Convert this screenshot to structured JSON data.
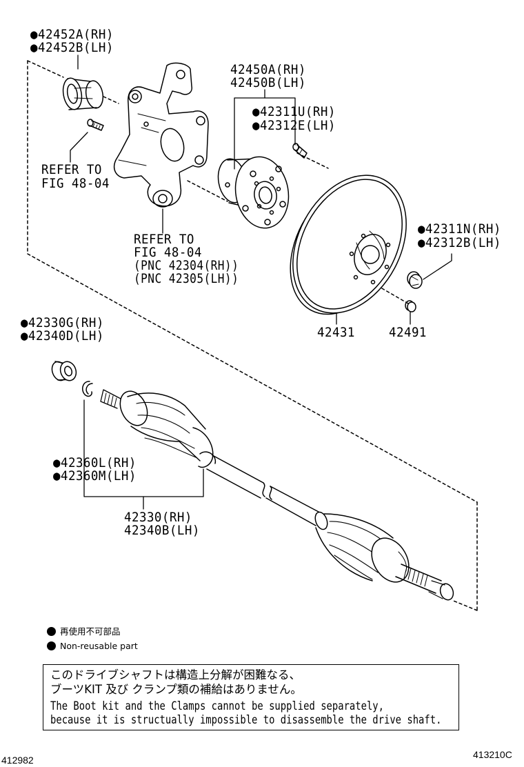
{
  "callouts": {
    "bearing_rh": "●42452A(RH)",
    "bearing_lh": "●42452B(LH)",
    "hub_assy_rh": "42450A(RH)",
    "hub_assy_lh": "42450B(LH)",
    "hub_bolt_rh": "●42311U(RH)",
    "hub_bolt_lh": "●42312E(LH)",
    "refer_upper_1": "REFER TO",
    "refer_upper_2": "FIG 48-04",
    "refer_lower_1": "REFER TO",
    "refer_lower_2": "FIG 48-04",
    "refer_lower_3": "(PNC 42304(RH))",
    "refer_lower_4": "(PNC 42305(LH))",
    "nut_rh": "●42311N(RH)",
    "nut_lh": "●42312B(LH)",
    "disc": "42431",
    "cap": "42491",
    "seal_rh": "●42330G(RH)",
    "seal_lh": "●42340D(LH)",
    "snap_ring_rh": "●42360L(RH)",
    "snap_ring_lh": "●42360M(LH)",
    "shaft_rh": "42330(RH)",
    "shaft_lh": "42340B(LH)"
  },
  "legend": {
    "jp": "再使用不可部品",
    "en": "Non-reusable part"
  },
  "notice": {
    "jp_line1": "このドライブシャフトは構造上分解が困難なる、",
    "jp_line2": "ブーツKIT 及び クランプ類の補給はありません。",
    "en_line1": "The Boot kit and the Clamps cannot be supplied separately,",
    "en_line2": "because it is structually impossible to disassemble the drive shaft."
  },
  "footer": {
    "left_code": "412982",
    "right_code": "413210C"
  }
}
